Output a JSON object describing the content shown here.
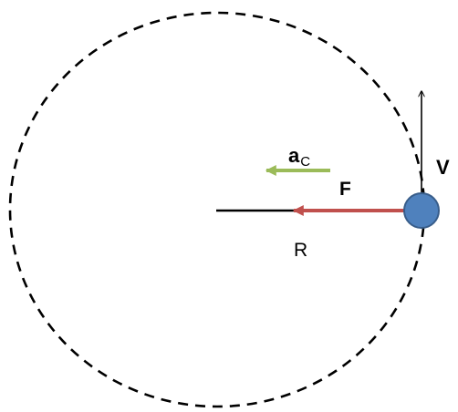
{
  "labels": {
    "velocity": "V",
    "force": "F",
    "radius": "R",
    "acceleration_main": "a",
    "acceleration_sub": "C"
  },
  "colors": {
    "orbit": "#000000",
    "velocity_arrow": "#000000",
    "force_arrow": "#c0504d",
    "acceleration_arrow": "#9bbb59",
    "radius_line": "#000000",
    "body_fill": "#4f81bd",
    "body_stroke": "#385d8a"
  }
}
